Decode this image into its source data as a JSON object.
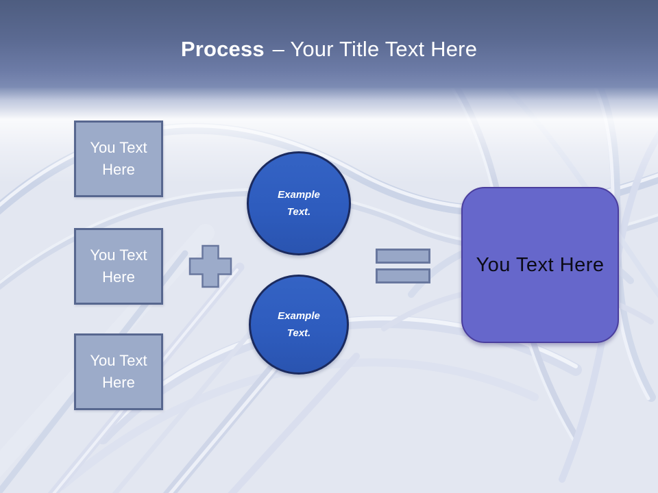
{
  "title": {
    "bold": "Process",
    "rest": "– Your Title Text Here"
  },
  "diagram": {
    "input_boxes": [
      {
        "label": "You Text\nHere"
      },
      {
        "label": "You Text\nHere"
      },
      {
        "label": "You Text\nHere"
      }
    ],
    "example_circles": [
      {
        "label": "Example\nText."
      },
      {
        "label": "Example\nText."
      }
    ],
    "result_box": {
      "label": "You Text Here"
    }
  },
  "colors": {
    "header-top": "#4E5D80",
    "header-bottom": "#7D8CB4",
    "title-color": "#FFFFFF",
    "background": "#E3E7F1",
    "box-fill": "#9CABC9",
    "box-border": "#57678F",
    "circle-fill": "#2E5CBE",
    "circle-border": "#1B2A5E",
    "operator-fill": "#98A7C7",
    "operator-border": "#68779E",
    "result-fill": "#6667CB",
    "result-border": "#4A3E9D"
  }
}
